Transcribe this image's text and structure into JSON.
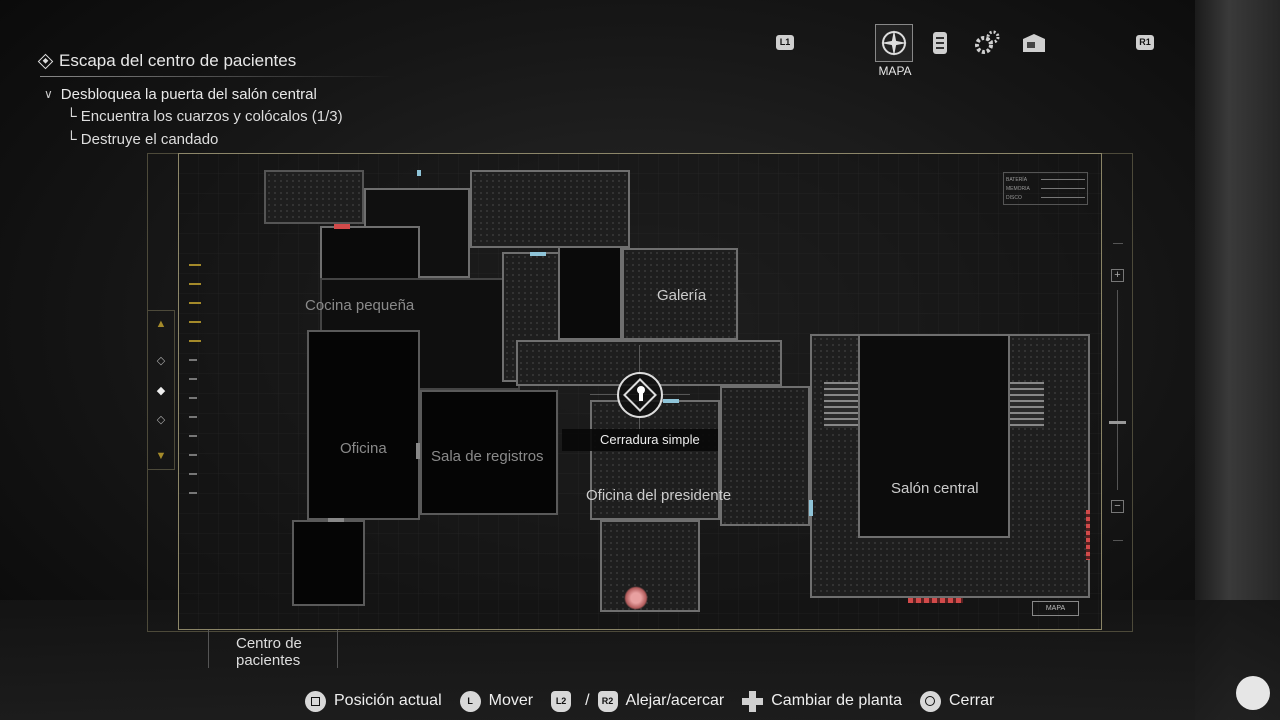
{
  "objectives": {
    "main": "Escapa del centro de pacientes",
    "sub": "Desbloquea la puerta del salón central",
    "steps": [
      "Encuentra los cuarzos y colócalos (1/3)",
      "Destruye el candado"
    ]
  },
  "tabs": {
    "left_shoulder": "L1",
    "right_shoulder": "R1",
    "active_label": "MAPA",
    "items": [
      "map-icon",
      "files-icon",
      "settings-icon",
      "items-icon"
    ]
  },
  "map": {
    "rooms": {
      "cocina": "Cocina pequeña",
      "galeria": "Galería",
      "oficina": "Oficina",
      "registros": "Sala de registros",
      "presidente": "Oficina del presidente",
      "salon": "Salón central"
    },
    "tooltip": "Cerradura simple",
    "legend": [
      "BATERÍA",
      "MEMORIA",
      "DISCO"
    ],
    "mini_label": "MAPA",
    "area_name": "Centro de pacientes",
    "floor_markers": [
      "▲",
      "◇",
      "◆",
      "◇",
      "▼"
    ],
    "zoom_in": "+",
    "zoom_out": "−"
  },
  "controls": [
    {
      "button": "square",
      "label": "Posición actual"
    },
    {
      "button": "L",
      "label": "Mover"
    },
    {
      "button": "L2",
      "label": ""
    },
    {
      "button": "R2",
      "label": "Alejar/acercar"
    },
    {
      "button": "dpad",
      "label": "Cambiar de planta"
    },
    {
      "button": "circle",
      "label": "Cerrar"
    }
  ],
  "controls_sep": "/",
  "colors": {
    "accent_yellow": "#a48a2a",
    "door_blue": "#8fc4d8",
    "door_red": "#d24a4a"
  }
}
